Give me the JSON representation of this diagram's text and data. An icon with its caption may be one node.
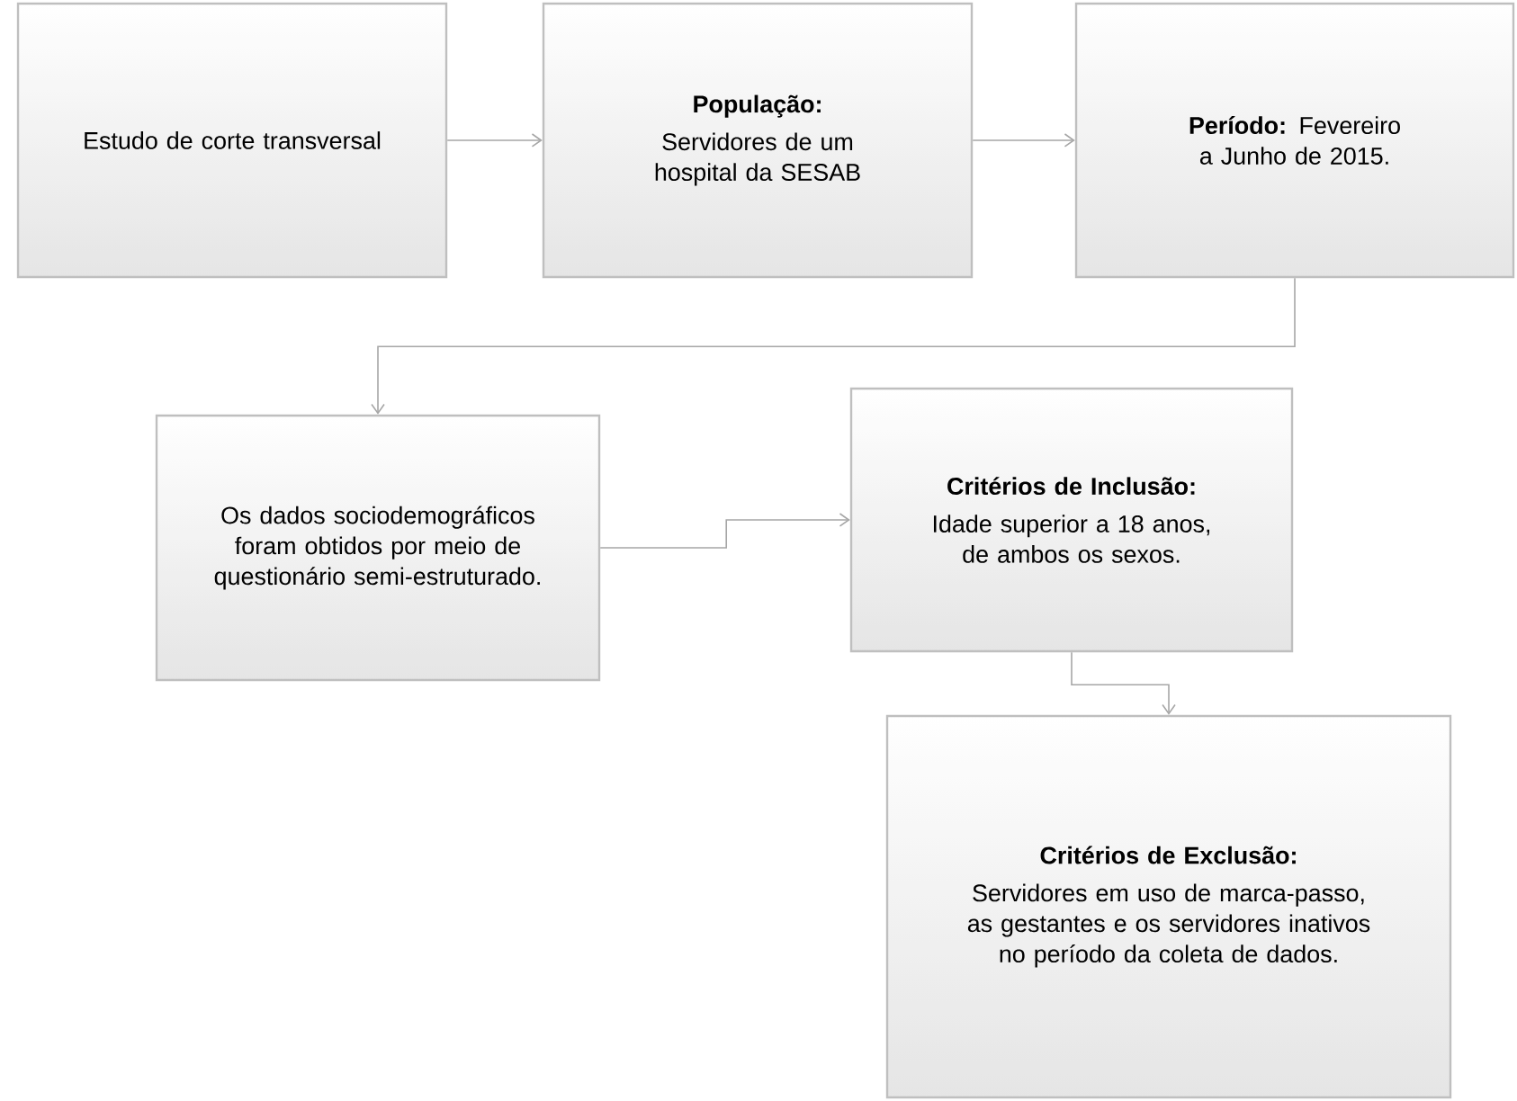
{
  "diagram": {
    "nodes": [
      {
        "text": [
          "Estudo de corte transversal"
        ]
      },
      {
        "text": [
          "População:",
          "Servidores de um hospital da SESAB"
        ]
      },
      {
        "text": [
          "**Período:** Fevereiro a Junho de 2015."
        ]
      },
      {
        "text": [
          "Os dados sociodemográficos foram obtidos por meio de questionário semi-estruturado."
        ]
      },
      {
        "text": [
          "Critérios de Inclusão:",
          "Idade superior a 18 anos, de ambos os sexos."
        ]
      },
      {
        "text": [
          "Critérios de Exclusão:",
          "Servidores em uso de marca-passo, as gestantes e os servidores inativos no período da coleta de dados."
        ]
      }
    ],
    "edges": [
      {
        "from": 0,
        "to": 1,
        "arrow": "to"
      },
      {
        "from": 1,
        "to": 2,
        "arrow": "to"
      },
      {
        "from": 2,
        "to": 3,
        "arrow": "to"
      },
      {
        "from": 3,
        "to": 4,
        "arrow": "to"
      },
      {
        "from": 4,
        "to": 5,
        "arrow": "to"
      }
    ]
  }
}
